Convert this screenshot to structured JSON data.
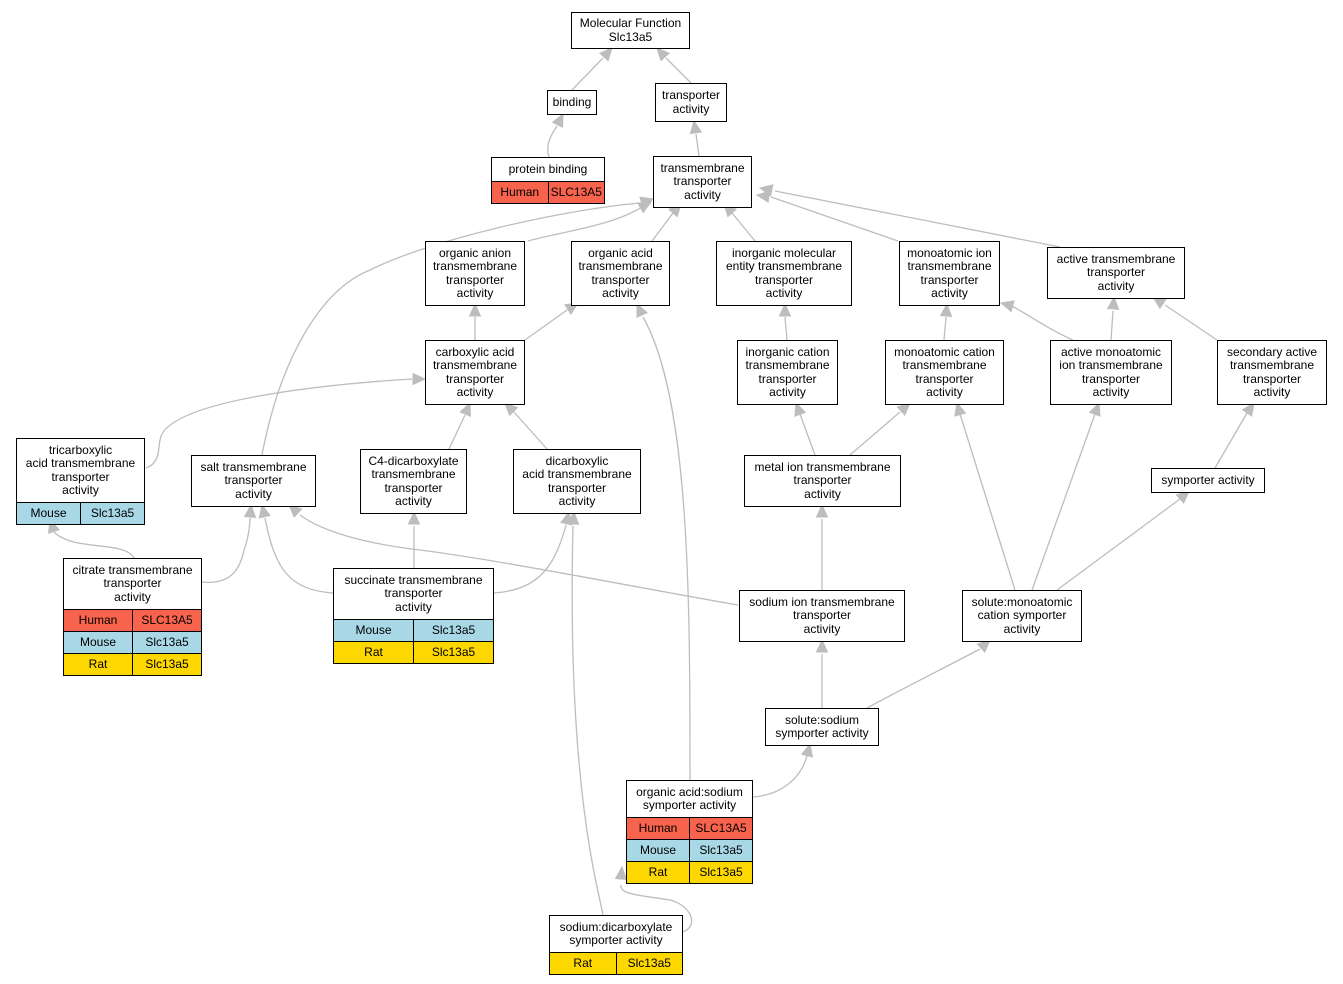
{
  "colors": {
    "edge": "#bdbdbd",
    "human": "#f7634d",
    "mouse": "#a8d8e6",
    "rat": "#fdd700",
    "border": "#000000"
  },
  "nodes": {
    "mf": {
      "label": "Molecular Function\nSlc13a5",
      "rows": []
    },
    "binding": {
      "label": "binding",
      "rows": []
    },
    "transporter": {
      "label": "transporter\nactivity",
      "rows": []
    },
    "protein_binding": {
      "label": "protein binding",
      "rows": [
        {
          "species": "Human",
          "gene": "SLC13A5"
        }
      ]
    },
    "tm_transporter": {
      "label": "transmembrane\ntransporter\nactivity",
      "rows": []
    },
    "organic_anion": {
      "label": "organic anion\ntransmembrane\ntransporter\nactivity",
      "rows": []
    },
    "organic_acid": {
      "label": "organic acid\ntransmembrane\ntransporter\nactivity",
      "rows": []
    },
    "inorganic_molecular": {
      "label": "inorganic molecular\nentity transmembrane\ntransporter\nactivity",
      "rows": []
    },
    "monoatomic_ion": {
      "label": "monoatomic ion\ntransmembrane\ntransporter\nactivity",
      "rows": []
    },
    "active_tm": {
      "label": "active transmembrane\ntransporter\nactivity",
      "rows": []
    },
    "carboxylic_acid": {
      "label": "carboxylic acid\ntransmembrane\ntransporter\nactivity",
      "rows": []
    },
    "inorganic_cation": {
      "label": "inorganic cation\ntransmembrane\ntransporter\nactivity",
      "rows": []
    },
    "monoatomic_cation": {
      "label": "monoatomic cation\ntransmembrane\ntransporter\nactivity",
      "rows": []
    },
    "active_monoatomic": {
      "label": "active monoatomic\nion transmembrane\ntransporter\nactivity",
      "rows": []
    },
    "secondary_active": {
      "label": "secondary active\ntransmembrane\ntransporter\nactivity",
      "rows": []
    },
    "tricarboxylic": {
      "label": "tricarboxylic\nacid transmembrane\ntransporter\nactivity",
      "rows": [
        {
          "species": "Mouse",
          "gene": "Slc13a5"
        }
      ]
    },
    "salt_tm": {
      "label": "salt transmembrane\ntransporter\nactivity",
      "rows": []
    },
    "c4_dicarboxylate": {
      "label": "C4-dicarboxylate\ntransmembrane\ntransporter\nactivity",
      "rows": []
    },
    "dicarboxylic": {
      "label": "dicarboxylic\nacid transmembrane\ntransporter\nactivity",
      "rows": []
    },
    "metal_ion": {
      "label": "metal ion transmembrane\ntransporter\nactivity",
      "rows": []
    },
    "symporter": {
      "label": "symporter activity",
      "rows": []
    },
    "citrate": {
      "label": "citrate transmembrane\ntransporter\nactivity",
      "rows": [
        {
          "species": "Human",
          "gene": "SLC13A5"
        },
        {
          "species": "Mouse",
          "gene": "Slc13a5"
        },
        {
          "species": "Rat",
          "gene": "Slc13a5"
        }
      ]
    },
    "succinate": {
      "label": "succinate transmembrane\ntransporter\nactivity",
      "rows": [
        {
          "species": "Mouse",
          "gene": "Slc13a5"
        },
        {
          "species": "Rat",
          "gene": "Slc13a5"
        }
      ]
    },
    "sodium_ion": {
      "label": "sodium ion transmembrane\ntransporter\nactivity",
      "rows": []
    },
    "solute_monoatomic": {
      "label": "solute:monoatomic\ncation symporter\nactivity",
      "rows": []
    },
    "solute_sodium": {
      "label": "solute:sodium\nsymporter activity",
      "rows": []
    },
    "organic_acid_sodium": {
      "label": "organic acid:sodium\nsymporter activity",
      "rows": [
        {
          "species": "Human",
          "gene": "SLC13A5"
        },
        {
          "species": "Mouse",
          "gene": "Slc13a5"
        },
        {
          "species": "Rat",
          "gene": "Slc13a5"
        }
      ]
    },
    "sodium_dicarboxylate": {
      "label": "sodium:dicarboxylate\nsymporter activity",
      "rows": [
        {
          "species": "Rat",
          "gene": "Slc13a5"
        }
      ]
    }
  }
}
